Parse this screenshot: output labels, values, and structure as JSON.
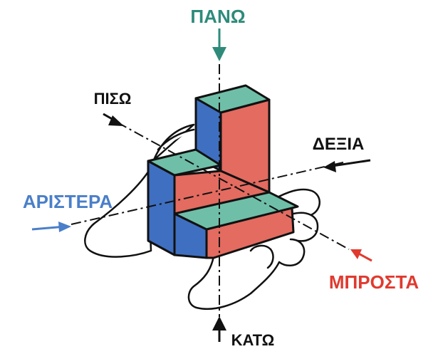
{
  "labels": {
    "top": "ΠΑΝΩ",
    "back": "ΠΙΣΩ",
    "right": "ΔΕΞΙΑ",
    "left": "ΑΡΙΣΤΕΡΑ",
    "front": "ΜΠΡΟΣΤΑ",
    "bottom": "ΚΑΤΩ"
  },
  "colors": {
    "top_label": "#2e8b7a",
    "left_label": "#4a7fc9",
    "front_label": "#e03a2f",
    "dark_label": "#111111",
    "face_top": "#6fbfa8",
    "face_left": "#3f6fc0",
    "face_front": "#e36b60",
    "outline": "#111111"
  },
  "icons": [
    "hand-illustration",
    "arrow-down-icon",
    "arrow-up-icon",
    "arrow-right-icon",
    "arrow-left-icon",
    "arrow-diagonal-icon"
  ]
}
